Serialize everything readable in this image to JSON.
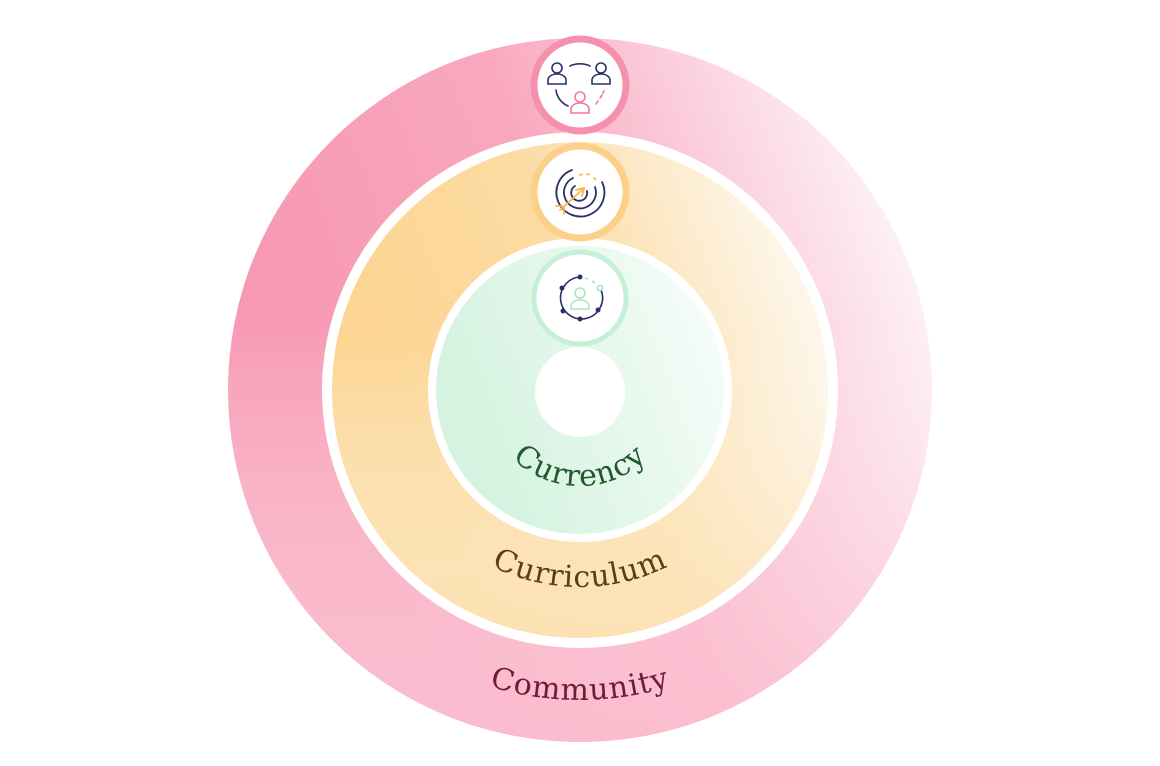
{
  "rings": [
    {
      "label": "Community",
      "icon": "community-people-icon",
      "color": "#f799b4",
      "light": "#fdf1f5",
      "text_color": "#6e1c3a"
    },
    {
      "label": "Curriculum",
      "icon": "target-arrow-icon",
      "color": "#fcd592",
      "light": "#fdf7ea",
      "text_color": "#5b3e12"
    },
    {
      "label": "Currency",
      "icon": "person-cycle-icon",
      "color": "#d9f4e3",
      "light": "#f4fcf7",
      "text_color": "#1e5a2a"
    }
  ],
  "icon_colors": {
    "navy": "#2b2f6b",
    "pink": "#f07a9c",
    "orange": "#f5b84a",
    "mint": "#a8e6c2"
  }
}
